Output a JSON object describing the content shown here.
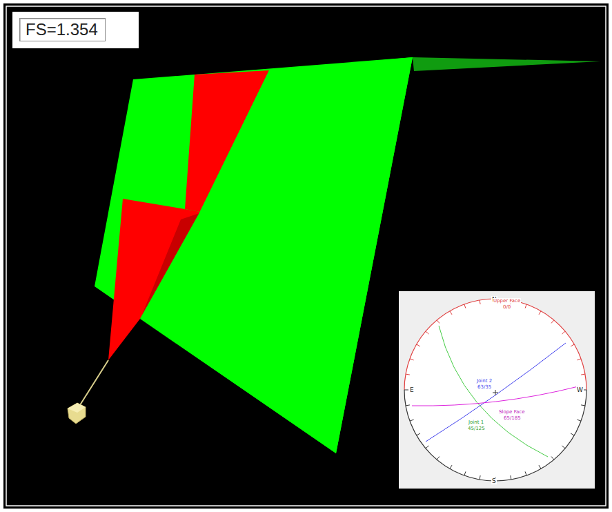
{
  "diagram": {
    "nodes": [
      {
        "text": [
          "FS=1.354"
        ]
      }
    ],
    "labels": [
      "N",
      "Upper Face",
      "0/0",
      "E",
      "W",
      "S",
      "Joint 2",
      "63/35",
      "Slope Face",
      "65/185",
      "Joint 1",
      "45/125"
    ]
  }
}
